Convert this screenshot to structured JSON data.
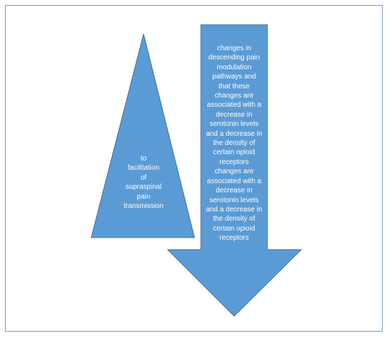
{
  "colors": {
    "shape_fill": "#5b9bd5",
    "shape_stroke": "#41719c",
    "text": "#ffffff",
    "frame_border": "#7a96b8"
  },
  "triangle": {
    "lines": [
      "to",
      "facilitation",
      "of",
      "supraspinal",
      "pain",
      "transmission"
    ]
  },
  "arrow": {
    "lines": [
      "changes in",
      "descending pain",
      "modulation",
      "pathways and",
      "that these",
      "changes are",
      "associated with a",
      "decrease in",
      "serotonin levels",
      "and a decrease in",
      "the density of",
      "certain opioid",
      "receptors",
      "changes are",
      "associated with a",
      "decrease in",
      "serotonin levels",
      "and a decrease in",
      "the density of",
      "certain opioid",
      "receptors"
    ]
  }
}
